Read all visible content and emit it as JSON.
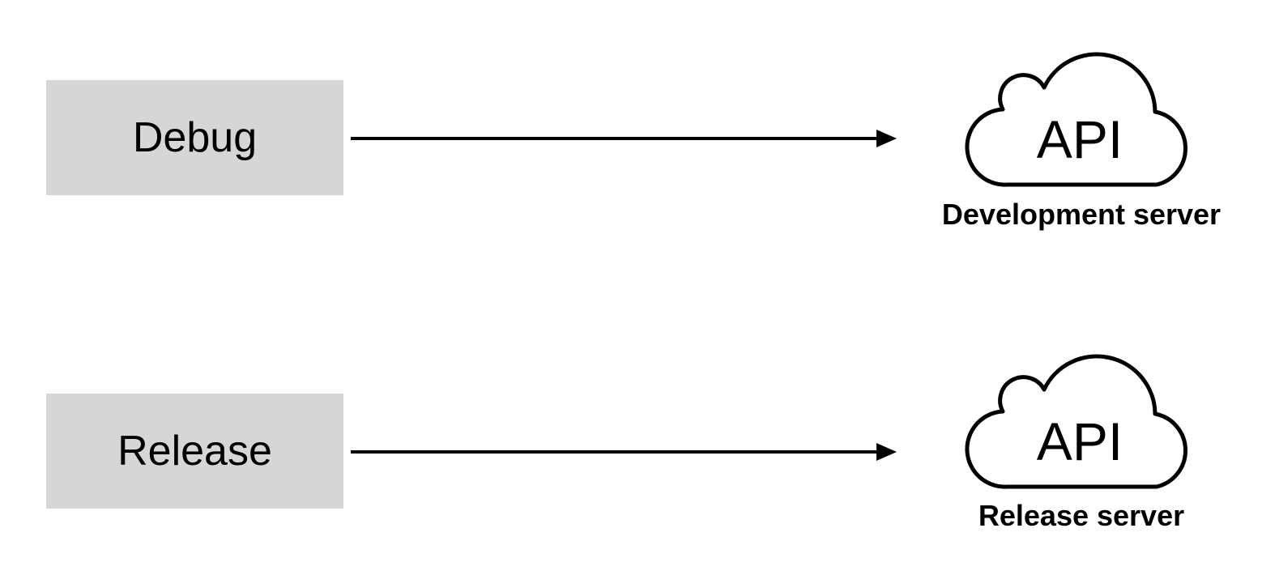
{
  "rows": [
    {
      "build": "Debug",
      "cloud_text": "API",
      "server": "Development server"
    },
    {
      "build": "Release",
      "cloud_text": "API",
      "server": "Release server"
    }
  ],
  "colors": {
    "box_fill": "#d6d6d6",
    "line": "#000000",
    "background": "#ffffff"
  },
  "icons": [
    "arrow-right-icon",
    "cloud-api-icon"
  ]
}
